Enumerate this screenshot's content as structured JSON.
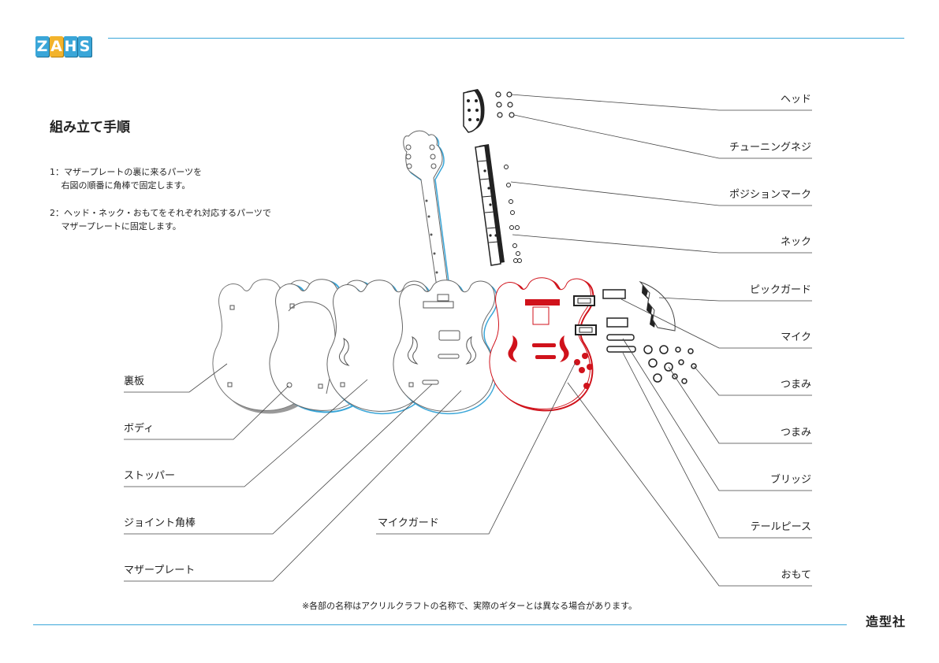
{
  "logo": {
    "letters": [
      "Z",
      "A",
      "H",
      "S"
    ]
  },
  "title": "組み立て手順",
  "steps": [
    "1：マザープレートの裏に来るパーツを\n　 右図の順番に角棒で固定します。",
    "2：ヘッド・ネック・おもてをそれぞれ対応するパーツで\n　 マザープレートに固定します。"
  ],
  "labels_left": [
    "裏板",
    "ボディ",
    "ストッパー",
    "ジョイント角棒",
    "マザープレート"
  ],
  "label_mid": "マイクガード",
  "labels_right": [
    "ヘッド",
    "チューニングネジ",
    "ポジションマーク",
    "ネック",
    "ピックガード",
    "マイク",
    "つまみ",
    "つまみ",
    "ブリッジ",
    "テールピース",
    "おもて"
  ],
  "footnote": "※各部の名称はアクリルクラフトの名称で、実際のギターとは異なる場合があります。",
  "brand": "造型社",
  "colors": {
    "accent": "#3aa6d8",
    "logo_alt": "#f2b32c",
    "front_red": "#d0121b"
  }
}
